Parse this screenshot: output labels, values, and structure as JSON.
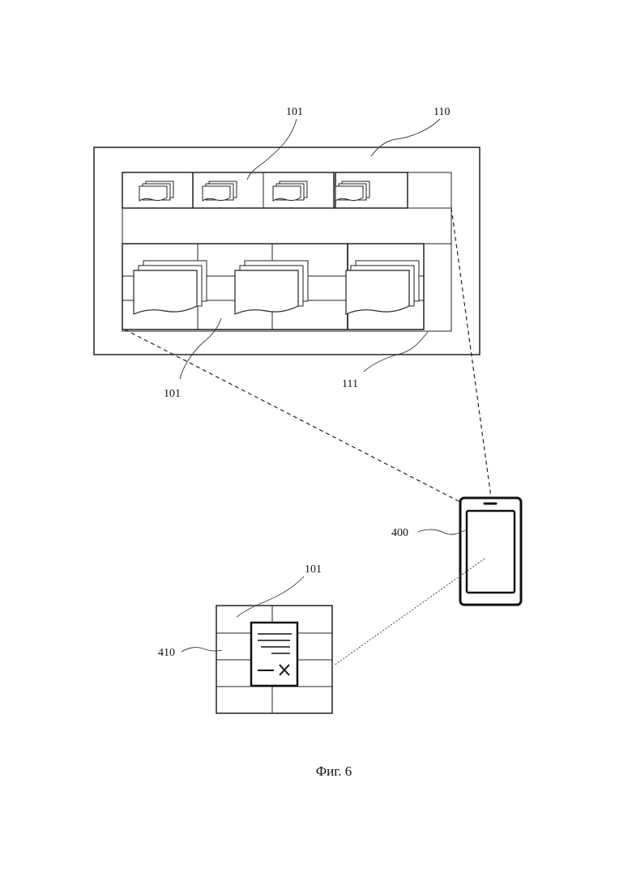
{
  "labels": {
    "top_panel_ref": "101",
    "display_ref": "110",
    "shelf_ref": "111",
    "lower_panel_ref": "101",
    "device_ref": "400",
    "device_screen_ref": "410",
    "detail_panel_ref": "101"
  },
  "caption": "Фиг. 6",
  "colors": {
    "line": "#222222",
    "hatch": "#b8b8b8",
    "background": "#ffffff"
  },
  "icons": {
    "device": "smartphone-icon",
    "document": "document-icon",
    "close": "close-x-icon",
    "stack": "stacked-cards-icon"
  }
}
